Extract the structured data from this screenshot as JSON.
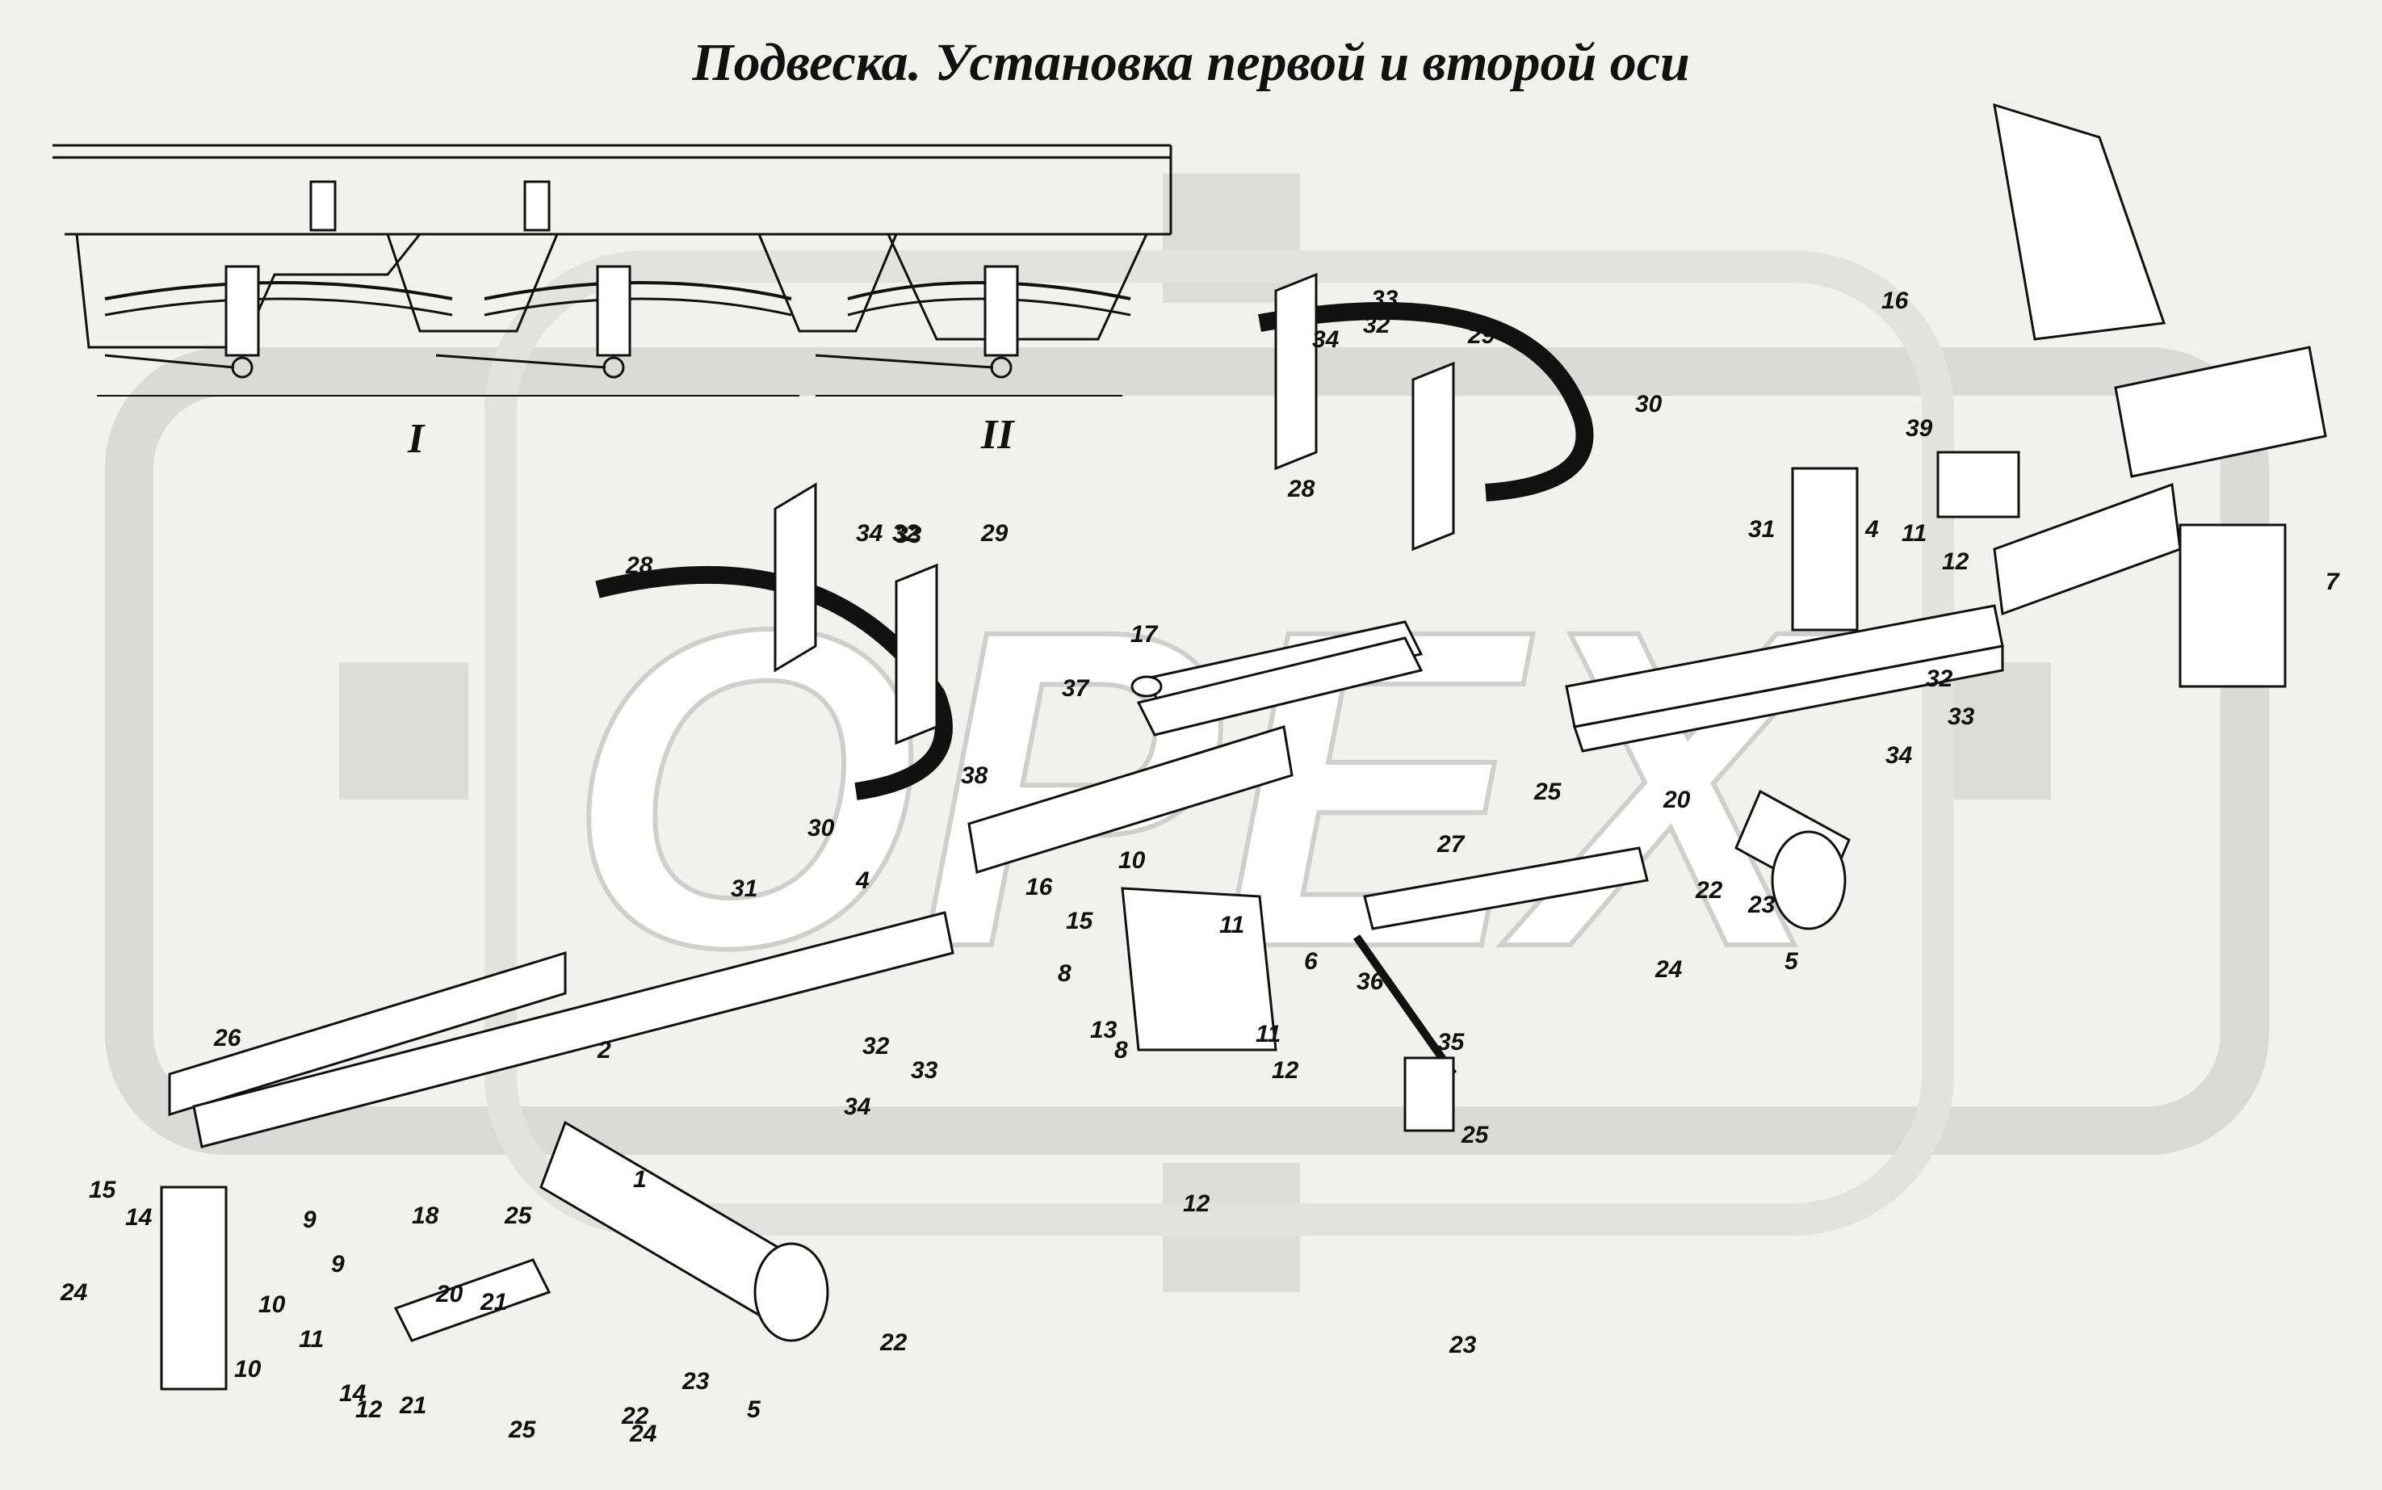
{
  "title": "Подвеска. Установка  первой и второй оси",
  "watermark": "OPEX",
  "axle_marks": [
    "I",
    "II"
  ],
  "colors": {
    "background": "#f1f1ef",
    "watermark": "#d8d8d6",
    "ink": "#111111"
  },
  "callouts": [
    "1",
    "2",
    "4",
    "4",
    "5",
    "5",
    "6",
    "7",
    "8",
    "8",
    "9",
    "9",
    "10",
    "10",
    "10",
    "11",
    "11",
    "11",
    "11",
    "12",
    "12",
    "12",
    "12",
    "13",
    "14",
    "14",
    "15",
    "15",
    "16",
    "16",
    "17",
    "18",
    "20",
    "20",
    "21",
    "21",
    "22",
    "22",
    "22",
    "23",
    "23",
    "23",
    "24",
    "24",
    "24",
    "25",
    "25",
    "25",
    "25",
    "26",
    "27",
    "28",
    "28",
    "29",
    "29",
    "30",
    "30",
    "31",
    "31",
    "32",
    "32",
    "32",
    "32",
    "33",
    "33",
    "33",
    "33",
    "34",
    "34",
    "34",
    "34",
    "35",
    "36",
    "37",
    "38",
    "39"
  ]
}
